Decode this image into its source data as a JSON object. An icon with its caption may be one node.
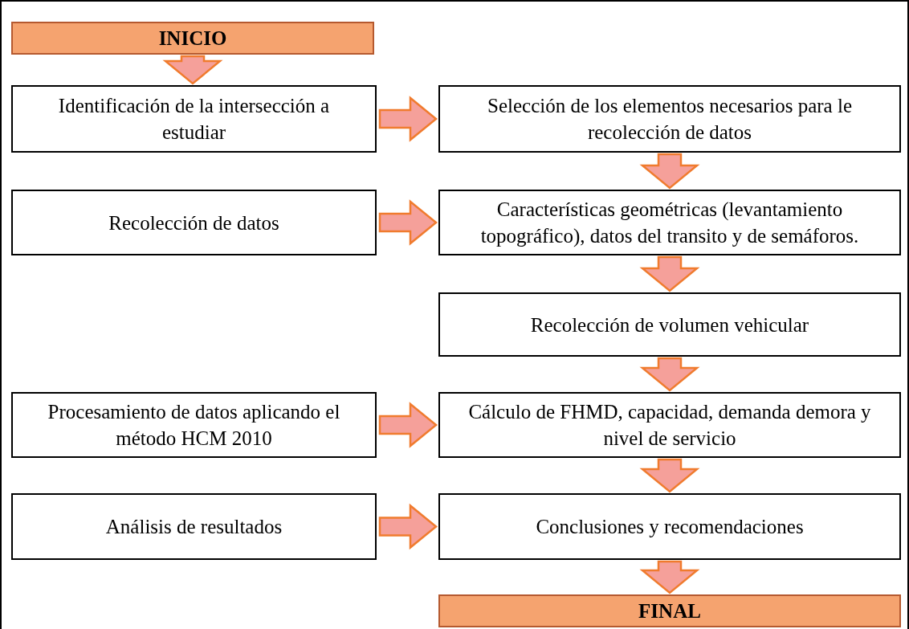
{
  "diagram": {
    "nodes": [
      {
        "text": [
          "INICIO"
        ]
      },
      {
        "text": [
          "Identificación de la intersección a estudiar"
        ]
      },
      {
        "text": [
          "Selección de los elementos necesarios para le recolección de datos"
        ]
      },
      {
        "text": [
          "Recolección de datos"
        ]
      },
      {
        "text": [
          "Características geométricas (levantamiento topográfico), datos del transito y de semáforos."
        ]
      },
      {
        "text": [
          "Recolección de volumen vehicular"
        ]
      },
      {
        "text": [
          "Procesamiento de datos aplicando el método HCM 2010"
        ]
      },
      {
        "text": [
          "Cálculo de FHMD, capacidad, demanda demora y nivel de servicio"
        ]
      },
      {
        "text": [
          "Análisis de resultados"
        ]
      },
      {
        "text": [
          "Conclusiones y recomendaciones"
        ]
      },
      {
        "text": [
          "FINAL"
        ]
      }
    ],
    "edges": [
      {
        "from": 0,
        "to": 1,
        "arrow": "to"
      },
      {
        "from": 1,
        "to": 2,
        "arrow": "to"
      },
      {
        "from": 2,
        "to": 4,
        "arrow": "to"
      },
      {
        "from": 3,
        "to": 4,
        "arrow": "to"
      },
      {
        "from": 4,
        "to": 5,
        "arrow": "to"
      },
      {
        "from": 5,
        "to": 7,
        "arrow": "to"
      },
      {
        "from": 6,
        "to": 7,
        "arrow": "to"
      },
      {
        "from": 7,
        "to": 9,
        "arrow": "to"
      },
      {
        "from": 8,
        "to": 9,
        "arrow": "to"
      },
      {
        "from": 9,
        "to": 10,
        "arrow": "to"
      }
    ]
  }
}
